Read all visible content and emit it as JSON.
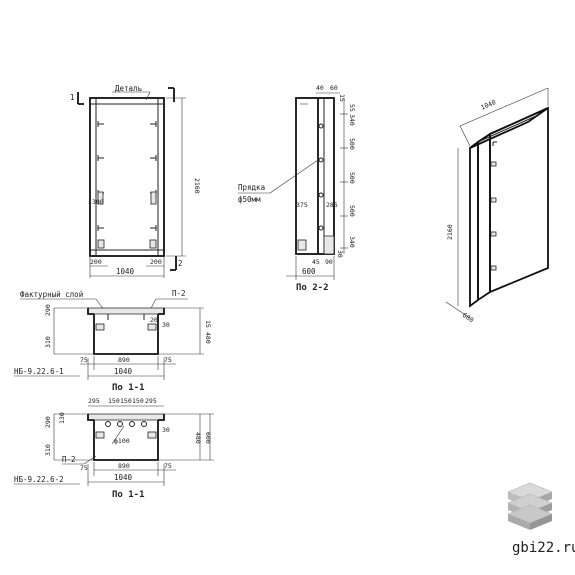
{
  "elevation": {
    "detail_label": "Деталь",
    "height_dim": "2160",
    "bottom_left_dim": "200",
    "bottom_right_dim": "200",
    "width_dim": "1040",
    "inner_left_dim": "300",
    "cut_mark_1": "1",
    "cut_mark_2": "2"
  },
  "side_section": {
    "top_dims": [
      "40",
      "60"
    ],
    "right_dims": [
      "55",
      "340",
      "500",
      "500",
      "500",
      "340",
      "30"
    ],
    "right_small": [
      "15"
    ],
    "inner_dims": [
      "375",
      "285"
    ],
    "rod_label_1": "Прядка",
    "rod_label_2": "ф50мм",
    "bottom_small": [
      "45",
      "90"
    ],
    "width_dim": "600",
    "caption": "По 2-2"
  },
  "iso": {
    "length_dim": "1040",
    "height_dim": "2160",
    "depth_dim": "600"
  },
  "section_1": {
    "facing_label": "Фактурный слой",
    "p2_label": "П-2",
    "left_dims": [
      "290",
      "310"
    ],
    "right_dims": [
      "30",
      "15",
      "480"
    ],
    "small_dim": "20",
    "bottom_inner": [
      "75",
      "890",
      "75"
    ],
    "width_dim": "1040",
    "code": "НБ-9.22.6-1",
    "caption": "По 1-1"
  },
  "section_2": {
    "top_dims": [
      "295",
      "150",
      "150",
      "150",
      "295"
    ],
    "left_dims": [
      "130",
      "290",
      "310"
    ],
    "hole_label": "ф100",
    "right_dims": [
      "30",
      "480",
      "600"
    ],
    "p2_label": "П-2",
    "small_dim": "75",
    "bottom_inner": [
      "890",
      "75"
    ],
    "width_dim": "1040",
    "code": "НБ-9.22.6-2",
    "caption": "По 1-1"
  },
  "watermark": {
    "site": "gbi22.ru",
    "logo_icon": "stacked-blocks-icon"
  }
}
